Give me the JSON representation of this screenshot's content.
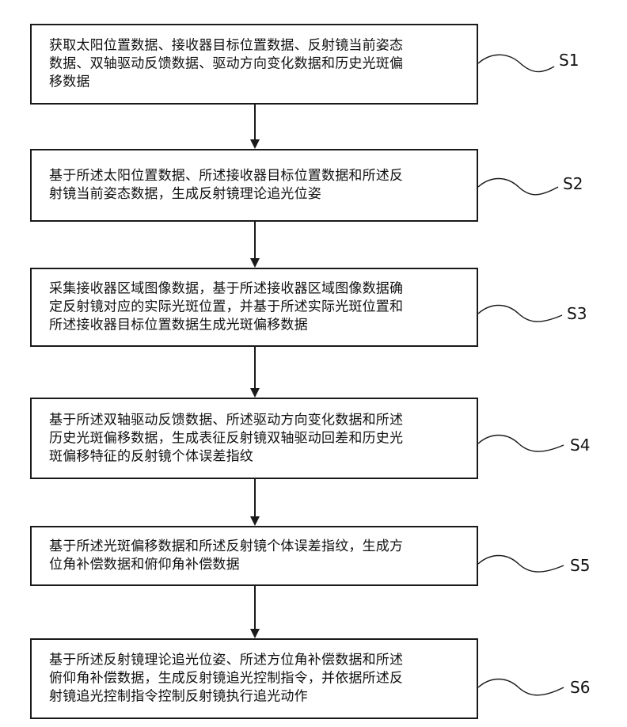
{
  "steps": [
    {
      "id": "S1",
      "lines": [
        "获取太阳位置数据、接收器目标位置数据、反射镜当前姿态",
        "数据、双轴驱动反馈数据、驱动方向变化数据和历史光斑偏",
        "移数据"
      ]
    },
    {
      "id": "S2",
      "lines": [
        "基于所述太阳位置数据、所述接收器目标位置数据和所述反",
        "射镜当前姿态数据，生成反射镜理论追光位姿"
      ]
    },
    {
      "id": "S3",
      "lines": [
        "采集接收器区域图像数据，基于所述接收器区域图像数据确",
        "定反射镜对应的实际光斑位置，并基于所述实际光斑位置和",
        "所述接收器目标位置数据生成光斑偏移数据"
      ]
    },
    {
      "id": "S4",
      "lines": [
        "基于所述双轴驱动反馈数据、所述驱动方向变化数据和所述",
        "历史光斑偏移数据，生成表征反射镜双轴驱动回差和历史光",
        "斑偏移特征的反射镜个体误差指纹"
      ]
    },
    {
      "id": "S5",
      "lines": [
        "基于所述光斑偏移数据和所述反射镜个体误差指纹，生成方",
        "位角补偿数据和俯仰角补偿数据"
      ]
    },
    {
      "id": "S6",
      "lines": [
        "基于所述反射镜理论追光位姿、所述方位角补偿数据和所述",
        "俯仰角补偿数据，生成反射镜追光控制指令，并依据所述反",
        "射镜追光控制指令控制反射镜执行追光动作"
      ]
    }
  ]
}
